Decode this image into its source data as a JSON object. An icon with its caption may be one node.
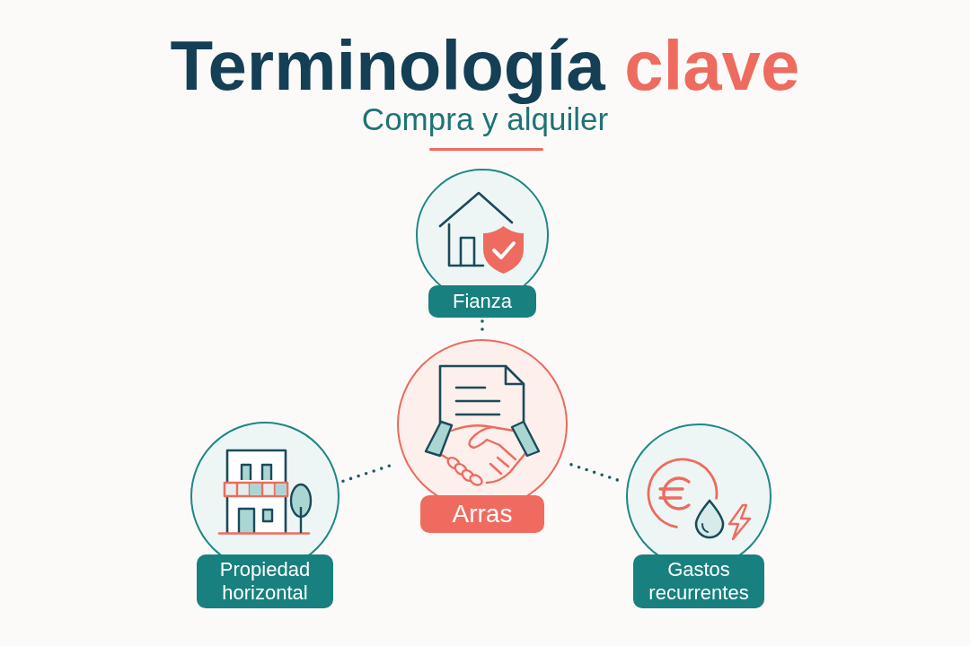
{
  "diagram": {
    "title": "Terminología clave",
    "nodes": [
      {
        "text": [
          "Fianza"
        ]
      },
      {
        "text": [
          "Arras"
        ]
      },
      {
        "text": [
          "Propiedad horizontal"
        ]
      },
      {
        "text": [
          "Gastos recurrentes"
        ]
      }
    ],
    "edges": [
      {
        "from": 0,
        "to": 1,
        "arrow": "none"
      },
      {
        "from": 2,
        "to": 1,
        "arrow": "none"
      },
      {
        "from": 1,
        "to": 3,
        "arrow": "none"
      }
    ],
    "labels": [
      "Compra y alquiler"
    ]
  }
}
